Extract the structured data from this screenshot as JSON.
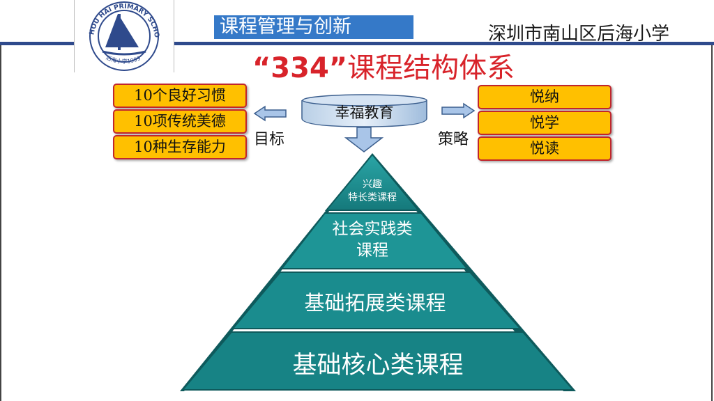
{
  "header": {
    "section_title": "课程管理与创新",
    "school_name": "深圳市南山区后海小学"
  },
  "logo": {
    "ring_text": "HOU HAI PRIMARY SCHOOL",
    "bottom_text": "后海小学1999"
  },
  "diagram": {
    "title_number": "“334”",
    "title_text": "课程结构体系",
    "center_label": "幸福教育",
    "goal_label": "目标",
    "strategy_label": "策略",
    "goals": [
      "10个良好习惯",
      "10项传统美德",
      "10种生存能力"
    ],
    "strategies": [
      "悦纳",
      "悦学",
      "悦读"
    ],
    "pyramid": {
      "level1_line1": "兴趣",
      "level1_line2": "特长类课程",
      "level2_line1": "社会实践类",
      "level2_line2": "课程",
      "level3": "基础拓展类课程",
      "level4": "基础核心类课程"
    }
  },
  "colors": {
    "header_bar": "#3579c8",
    "rule_line": "#2f4a8c",
    "title_red": "#d8232a",
    "box_fill": "#ffc000",
    "box_border": "#c0262d",
    "pyramid_teal": "#1f8f91",
    "arrow_fill": "#a9c5e8",
    "logo_blue": "#2f4a8c"
  }
}
